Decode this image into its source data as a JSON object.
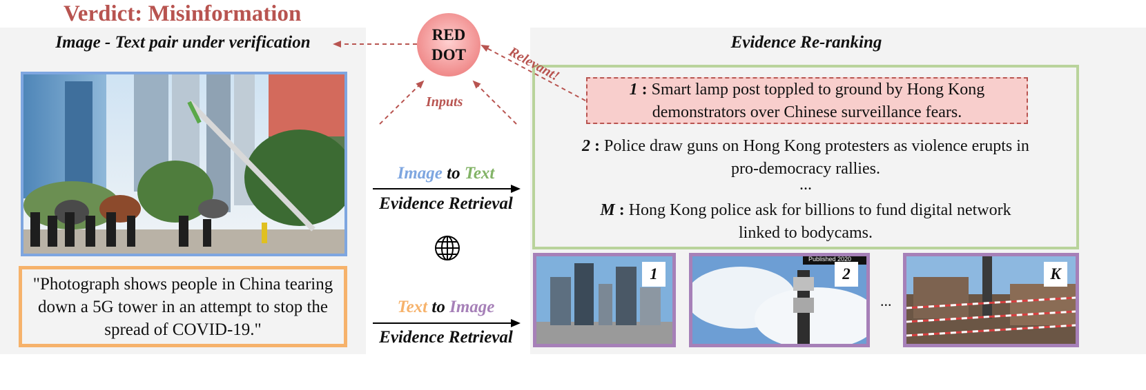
{
  "verdict": "Verdict: Misinformation",
  "left_panel": {
    "title": "Image - Text pair under verification",
    "caption": "\"Photograph shows people in China tearing down a 5G tower in an attempt to stop the spread of COVID-19.\""
  },
  "center": {
    "red_dot_line1": "RED",
    "red_dot_line2": "DOT",
    "inputs_label": "Inputs",
    "relevant_label": "Relevant!",
    "i2t": {
      "a": "Image",
      "to": "to",
      "b": "Text",
      "line2": "Evidence Retrieval"
    },
    "t2i": {
      "a": "Text",
      "to": "to",
      "b": "Image",
      "line2": "Evidence Retrieval"
    }
  },
  "right_panel": {
    "title": "Evidence Re-ranking",
    "evidence": [
      {
        "index": "1",
        "sep": ":",
        "line1": "Smart lamp post toppled to ground by Hong Kong",
        "line2": "demonstrators over Chinese surveillance fears."
      },
      {
        "index": "2",
        "sep": ":",
        "line1": "Police draw guns on Hong Kong protesters as violence erupts in",
        "line2": "pro-democracy rallies."
      },
      {
        "index": "M",
        "sep": ":",
        "line1": "Hong Kong police ask for billions to fund digital network",
        "line2": "linked to bodycams."
      }
    ],
    "ellipsis_text": "...",
    "ellipsis_images": "...",
    "image_badges": [
      "1",
      "2",
      "K"
    ],
    "thumb2_watermark": "Published 2020"
  },
  "colors": {
    "accent_red": "#b85450",
    "image_blue": "#7ea6e0",
    "text_green": "#82b366",
    "text_orange": "#f6b26b",
    "image_purple": "#a680b8"
  }
}
